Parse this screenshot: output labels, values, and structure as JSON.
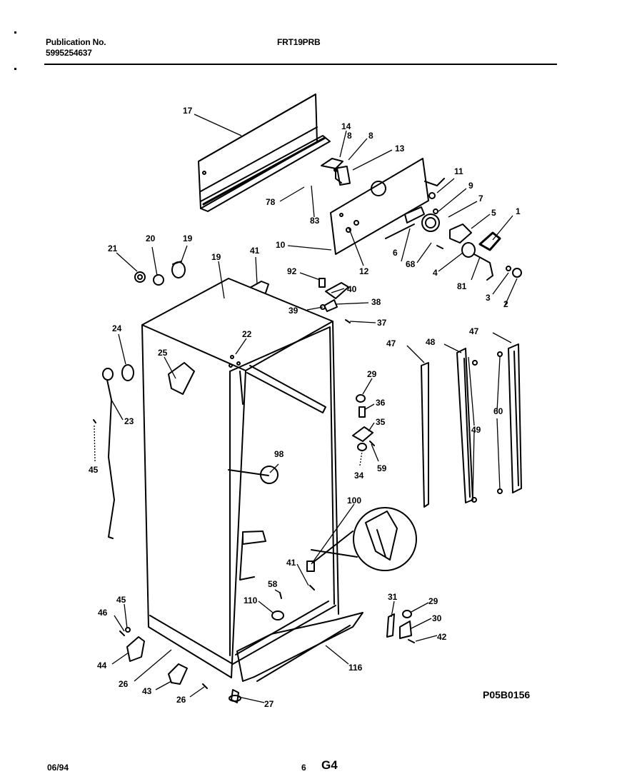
{
  "header": {
    "publication_label": "Publication No.",
    "publication_number": "5995254637",
    "model": "FRT19PRB"
  },
  "diagram": {
    "code": "P05B0156",
    "labels": {
      "l1": "1",
      "l2": "2",
      "l3": "3",
      "l4": "4",
      "l5": "5",
      "l6": "6",
      "l7": "7",
      "l8a": "8",
      "l8b": "8",
      "l9": "9",
      "l10": "10",
      "l11": "11",
      "l12": "12",
      "l13": "13",
      "l14": "14",
      "l17": "17",
      "l19a": "19",
      "l19b": "19",
      "l20": "20",
      "l21": "21",
      "l22": "22",
      "l23": "23",
      "l24": "24",
      "l25": "25",
      "l26a": "26",
      "l26b": "26",
      "l27": "27",
      "l29a": "29",
      "l29b": "29",
      "l30": "30",
      "l31": "31",
      "l34": "34",
      "l35": "35",
      "l36": "36",
      "l37": "37",
      "l38": "38",
      "l39": "39",
      "l40": "40",
      "l41a": "41",
      "l41b": "41",
      "l42": "42",
      "l43": "43",
      "l44": "44",
      "l45a": "45",
      "l45b": "45",
      "l46": "46",
      "l47a": "47",
      "l47b": "47",
      "l48": "48",
      "l49": "49",
      "l58": "58",
      "l59": "59",
      "l60": "60",
      "l68": "68",
      "l78": "78",
      "l81": "81",
      "l83": "83",
      "l92": "92",
      "l98": "98",
      "l100": "100",
      "l110": "110",
      "l116": "116"
    }
  },
  "footer": {
    "date": "06/94",
    "page": "6",
    "section": "G4"
  }
}
